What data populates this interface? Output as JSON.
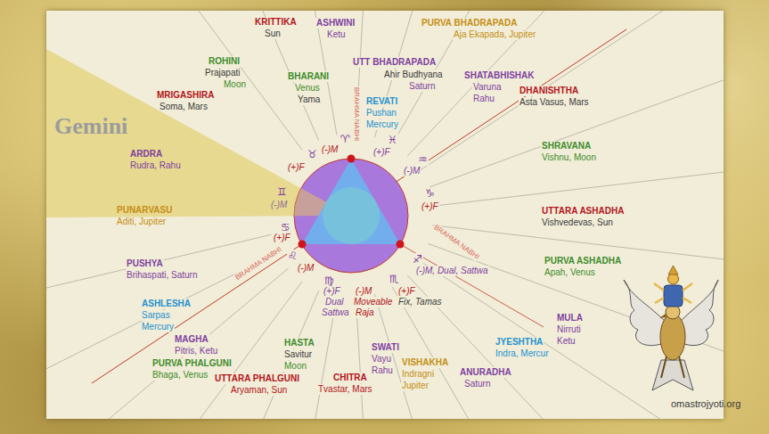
{
  "diagram": {
    "labels": [
      "KRITTIKA",
      "Sun",
      "ASHWINI",
      "Ketu",
      "PURVA BHADRAPADA",
      "Aja Ekapada, Jupiter",
      "ROHINI",
      "Prajapati",
      "Moon",
      "BHARANI",
      "Venus",
      "Yama",
      "UTT BHADRAPADA",
      "Ahir Budhyana",
      "Saturn",
      "REVATI",
      "Pushan",
      "Mercury",
      "SHATABHISHAK",
      "Varuna",
      "Rahu",
      "DHANISHTHA",
      "Asta Vasus, Mars",
      "MRIGASHIRA",
      "Soma, Mars",
      "Gemini",
      "ARDRA",
      "Rudra, Rahu",
      "SHRAVANA",
      "Vishnu, Moon",
      "PUNARVASU",
      "Aditi, Jupiter",
      "UTTARA ASHADHA",
      "Vishvedevas, Sun",
      "PUSHYA",
      "Brihaspati, Saturn",
      "PURVA ASHADHA",
      "Apah, Venus",
      "ASHLESHA",
      "Sarpas",
      "Mercury",
      "MULA",
      "Nirruti",
      "Ketu",
      "JYESHTHA",
      "Indra, Mercur",
      "MAGHA",
      "Pitris, Ketu",
      "PURVA PHALGUNI",
      "Bhaga, Venus",
      "HASTA",
      "Savitur",
      "Moon",
      "UTTARA PHALGUNI",
      "Aryaman, Sun",
      "SWATI",
      "Vayu",
      "Rahu",
      "VISHAKHA",
      "Indragni",
      "Jupiter",
      "CHITRA",
      "Tvastar, Mars",
      "ANURADHA",
      "Saturn",
      "omastrojyoti.org",
      "♈",
      "(-)M",
      "♓",
      "(+)F",
      "♒",
      "(-)M",
      "♉",
      "(+)F",
      "♊",
      "(-)M",
      "♑",
      "(+)F",
      "♋",
      "(+)F",
      "♐",
      "(-)M, Dual, Sattwa",
      "♌",
      "(-)M",
      "♍",
      "(+)F",
      "Dual",
      "Sattwa",
      "♏",
      "(-)M",
      "Moveable",
      "Raja",
      "(+)F",
      "Fix, Tamas",
      "BRAHMA NABHI",
      "BRAHMA NABHI",
      "BRAHMA NABHI"
    ]
  }
}
